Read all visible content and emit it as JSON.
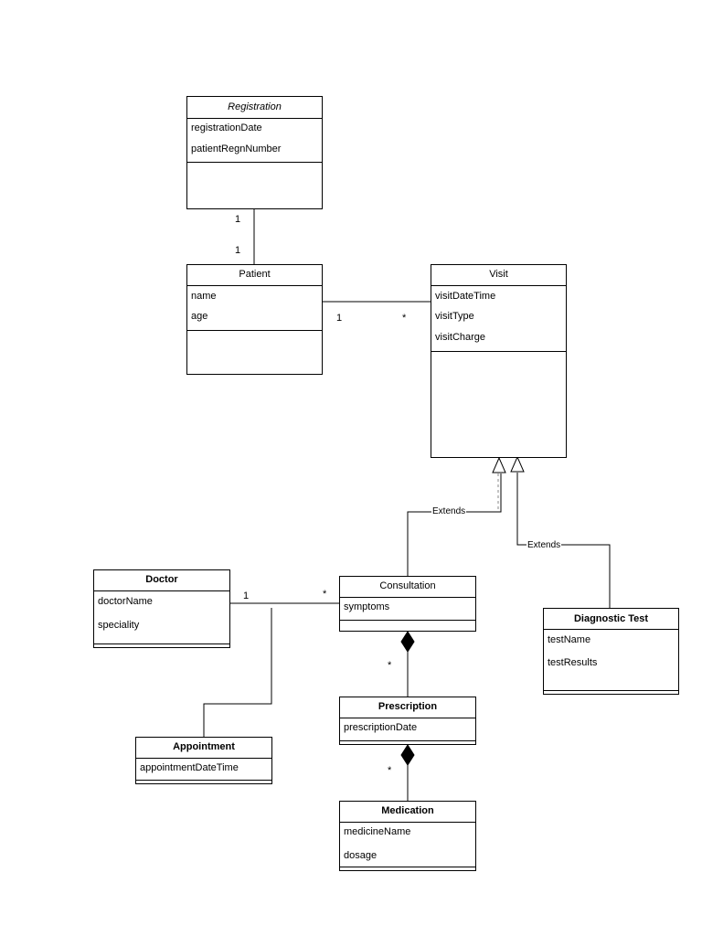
{
  "classes": {
    "registration": {
      "name": "Registration",
      "attributes": [
        "registrationDate",
        "patientRegnNumber"
      ]
    },
    "patient": {
      "name": "Patient",
      "attributes": [
        "name",
        "age"
      ]
    },
    "visit": {
      "name": "Visit",
      "attributes": [
        "visitDateTime",
        "visitType",
        "visitCharge"
      ]
    },
    "doctor": {
      "name": "Doctor",
      "attributes": [
        "doctorName",
        "speciality"
      ]
    },
    "consultation": {
      "name": "Consultation",
      "attributes": [
        "symptoms"
      ]
    },
    "diagnostic_test": {
      "name": "Diagnostic Test",
      "attributes": [
        "testName",
        "testResults"
      ]
    },
    "appointment": {
      "name": "Appointment",
      "attributes": [
        "appointmentDateTime"
      ]
    },
    "prescription": {
      "name": "Prescription",
      "attributes": [
        "prescriptionDate"
      ]
    },
    "medication": {
      "name": "Medication",
      "attributes": [
        "medicineName",
        "dosage"
      ]
    }
  },
  "relationships": {
    "registration_patient": {
      "from_mult": "1",
      "to_mult": "1"
    },
    "patient_visit": {
      "from_mult": "1",
      "to_mult": "*"
    },
    "consultation_extends": {
      "label": "Extends"
    },
    "diagnostic_extends": {
      "label": "Extends"
    },
    "doctor_consultation": {
      "from_mult": "1",
      "to_mult": "*"
    },
    "consultation_prescription": {
      "to_mult": "*"
    },
    "prescription_medication": {
      "to_mult": "*"
    }
  }
}
